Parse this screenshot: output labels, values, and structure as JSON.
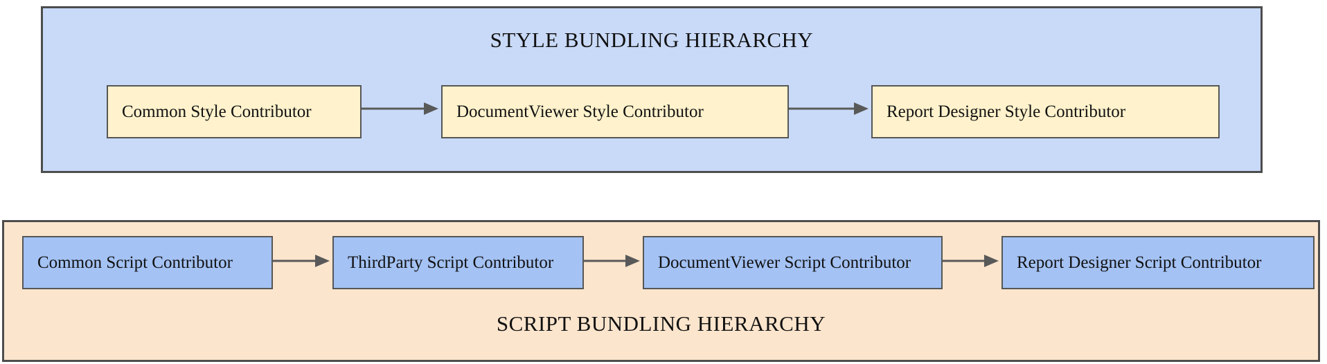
{
  "colors": {
    "style_section_bg": "#c9daf8",
    "style_box_bg": "#fff2cc",
    "script_section_bg": "#fce5cd",
    "script_box_bg": "#a4c2f4",
    "container_border": "#4d4d4d",
    "box_border": "#565656",
    "arrow": "#595959",
    "text": "#111111"
  },
  "sections": [
    {
      "id": "style-bundling",
      "title": "STYLE BUNDLING HIERARCHY",
      "boxes": [
        {
          "label": "Common Style Contributor"
        },
        {
          "label": "DocumentViewer Style Contributor"
        },
        {
          "label": "Report Designer Style Contributor"
        }
      ]
    },
    {
      "id": "script-bundling",
      "title": "SCRIPT BUNDLING HIERARCHY",
      "boxes": [
        {
          "label": "Common Script Contributor"
        },
        {
          "label": "ThirdParty Script Contributor"
        },
        {
          "label": "DocumentViewer Script Contributor"
        },
        {
          "label": "Report Designer Script Contributor"
        }
      ]
    }
  ]
}
